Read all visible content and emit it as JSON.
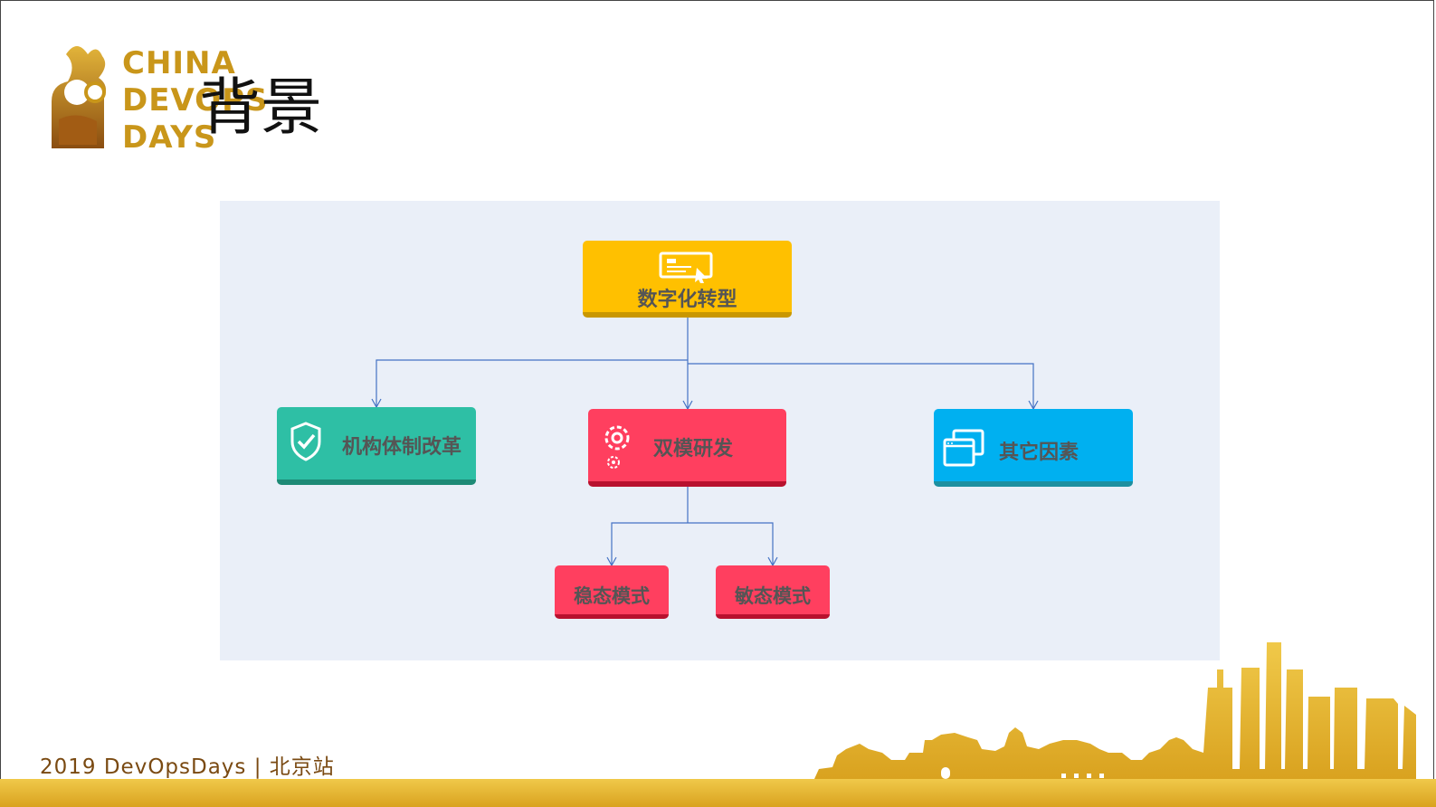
{
  "logo": {
    "line1": "CHINA",
    "line2": "DEVOPS",
    "line3": "DAYS"
  },
  "slide_title": "背景",
  "diagram": {
    "root": {
      "label": "数字化转型",
      "icon": "monitor-pointer-icon",
      "color": "#ffc000"
    },
    "children": [
      {
        "label": "机构体制改革",
        "icon": "shield-check-icon",
        "color": "#2ebfa5"
      },
      {
        "label": "双模研发",
        "icon": "gears-icon",
        "color": "#ff3f5f"
      },
      {
        "label": "其它因素",
        "icon": "windows-icon",
        "color": "#00b0f0"
      }
    ],
    "grandchildren": [
      {
        "label": "稳态模式",
        "color": "#ff3f5f"
      },
      {
        "label": "敏态模式",
        "color": "#ff3f5f"
      }
    ],
    "connector_color": "#4472c4"
  },
  "footer": {
    "text": "2019 DevOpsDays | 北京站"
  }
}
